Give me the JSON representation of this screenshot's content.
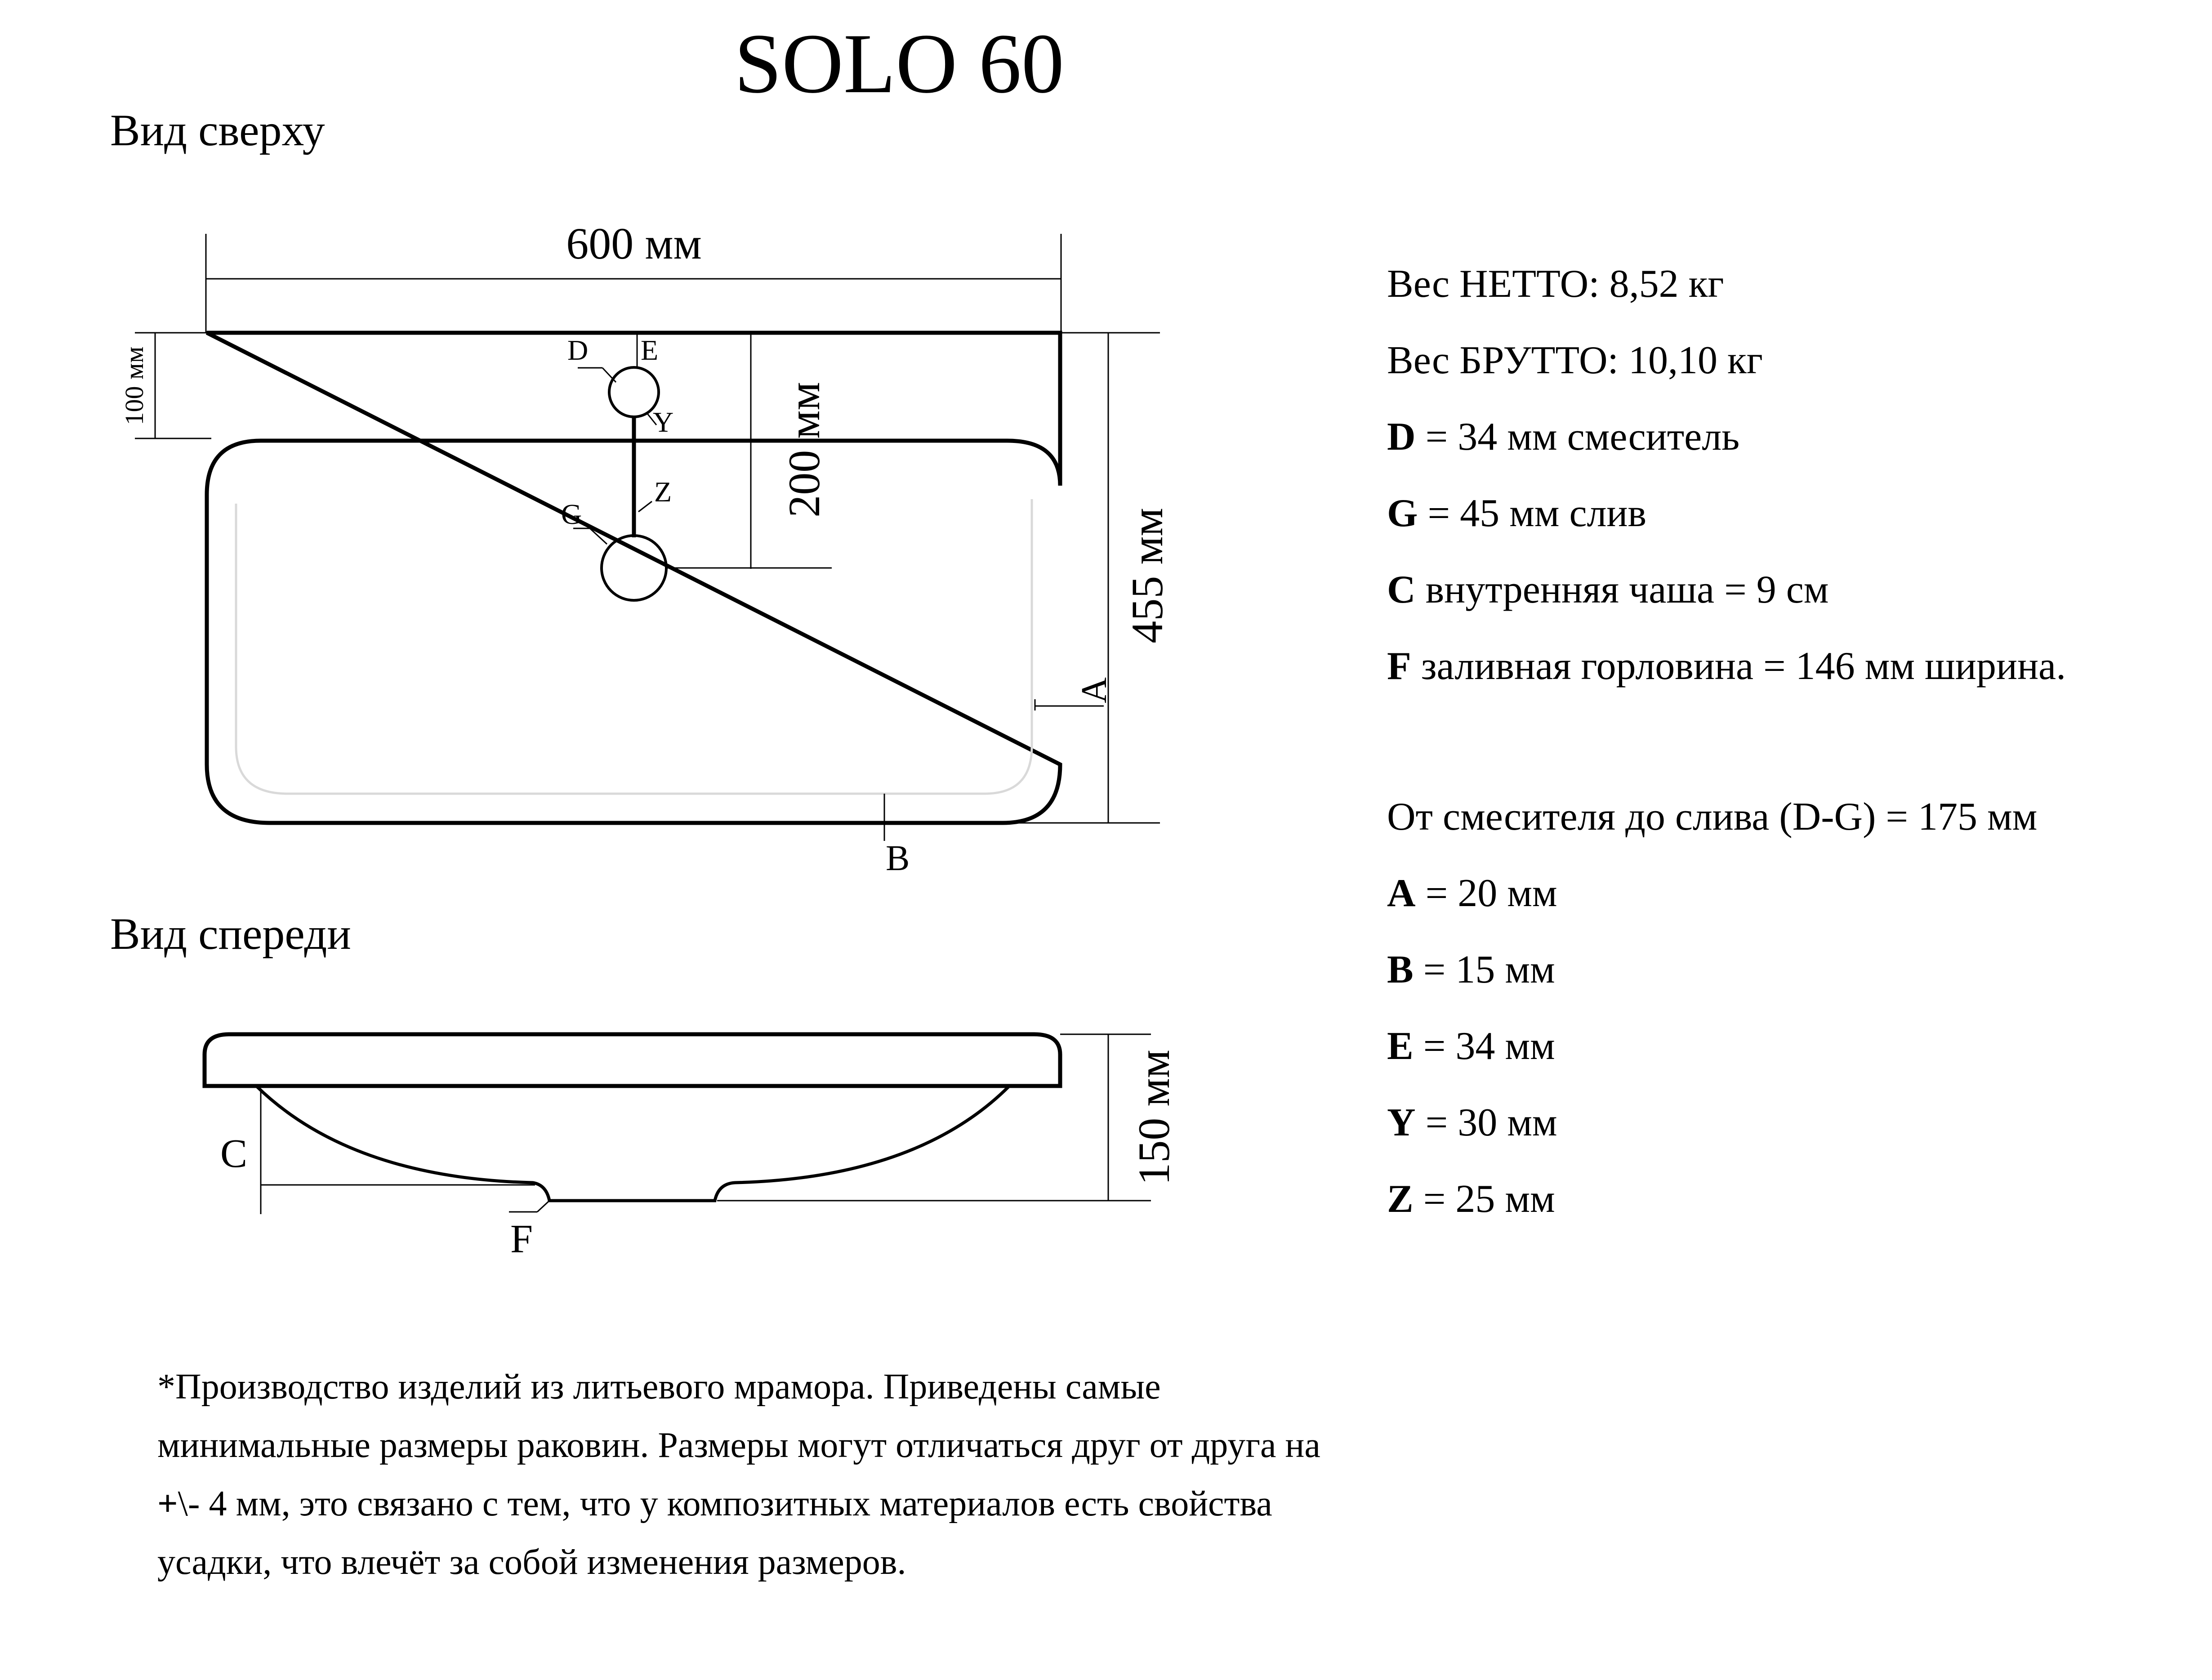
{
  "title": "SOLO 60",
  "top_view": {
    "label": "Вид сверху",
    "width_label": "600 мм",
    "rim_label": "100 мм",
    "faucet_drain_label": "200 мм",
    "depth_label": "455 мм",
    "marks": {
      "D": "D",
      "E": "E",
      "Y": "Y",
      "G": "G",
      "Z": "Z",
      "A": "A",
      "B": "B"
    }
  },
  "front_view": {
    "label": "Вид спереди",
    "height_label": "150 мм",
    "marks": {
      "C": "C",
      "F": "F"
    }
  },
  "specs": {
    "weight_net": "Вес НЕТТО: 8,52 кг",
    "weight_gross": "Вес БРУТТО: 10,10 кг",
    "d": {
      "key": "D",
      "text": " = 34 мм смеситель"
    },
    "g": {
      "key": "G",
      "text": " = 45 мм слив"
    },
    "c": {
      "key": "C",
      "text": " внутренняя чаша = 9 см"
    },
    "f": {
      "key": "F",
      "text": " заливная горловина = 146 мм ширина."
    },
    "dg": "От смесителя до слива (D-G) = 175 мм",
    "a": {
      "key": "A",
      "text": " = 20 мм"
    },
    "b": {
      "key": "B",
      "text": " = 15 мм"
    },
    "e": {
      "key": "E",
      "text": " = 34 мм"
    },
    "y": {
      "key": "Y",
      "text": " = 30 мм"
    },
    "z": {
      "key": "Z",
      "text": " = 25 мм"
    }
  },
  "note": {
    "line1": "*Производство изделий из литьевого мрамора. Приведены самые",
    "line2": "минимальные размеры раковин. Размеры могут отличаться друг от друга на",
    "line3_bold": "+",
    "line3_rest": "\\- 4 мм, это связано с тем, что у композитных материалов есть свойства",
    "line4": "усадки, что влечёт за собой изменения размеров."
  }
}
